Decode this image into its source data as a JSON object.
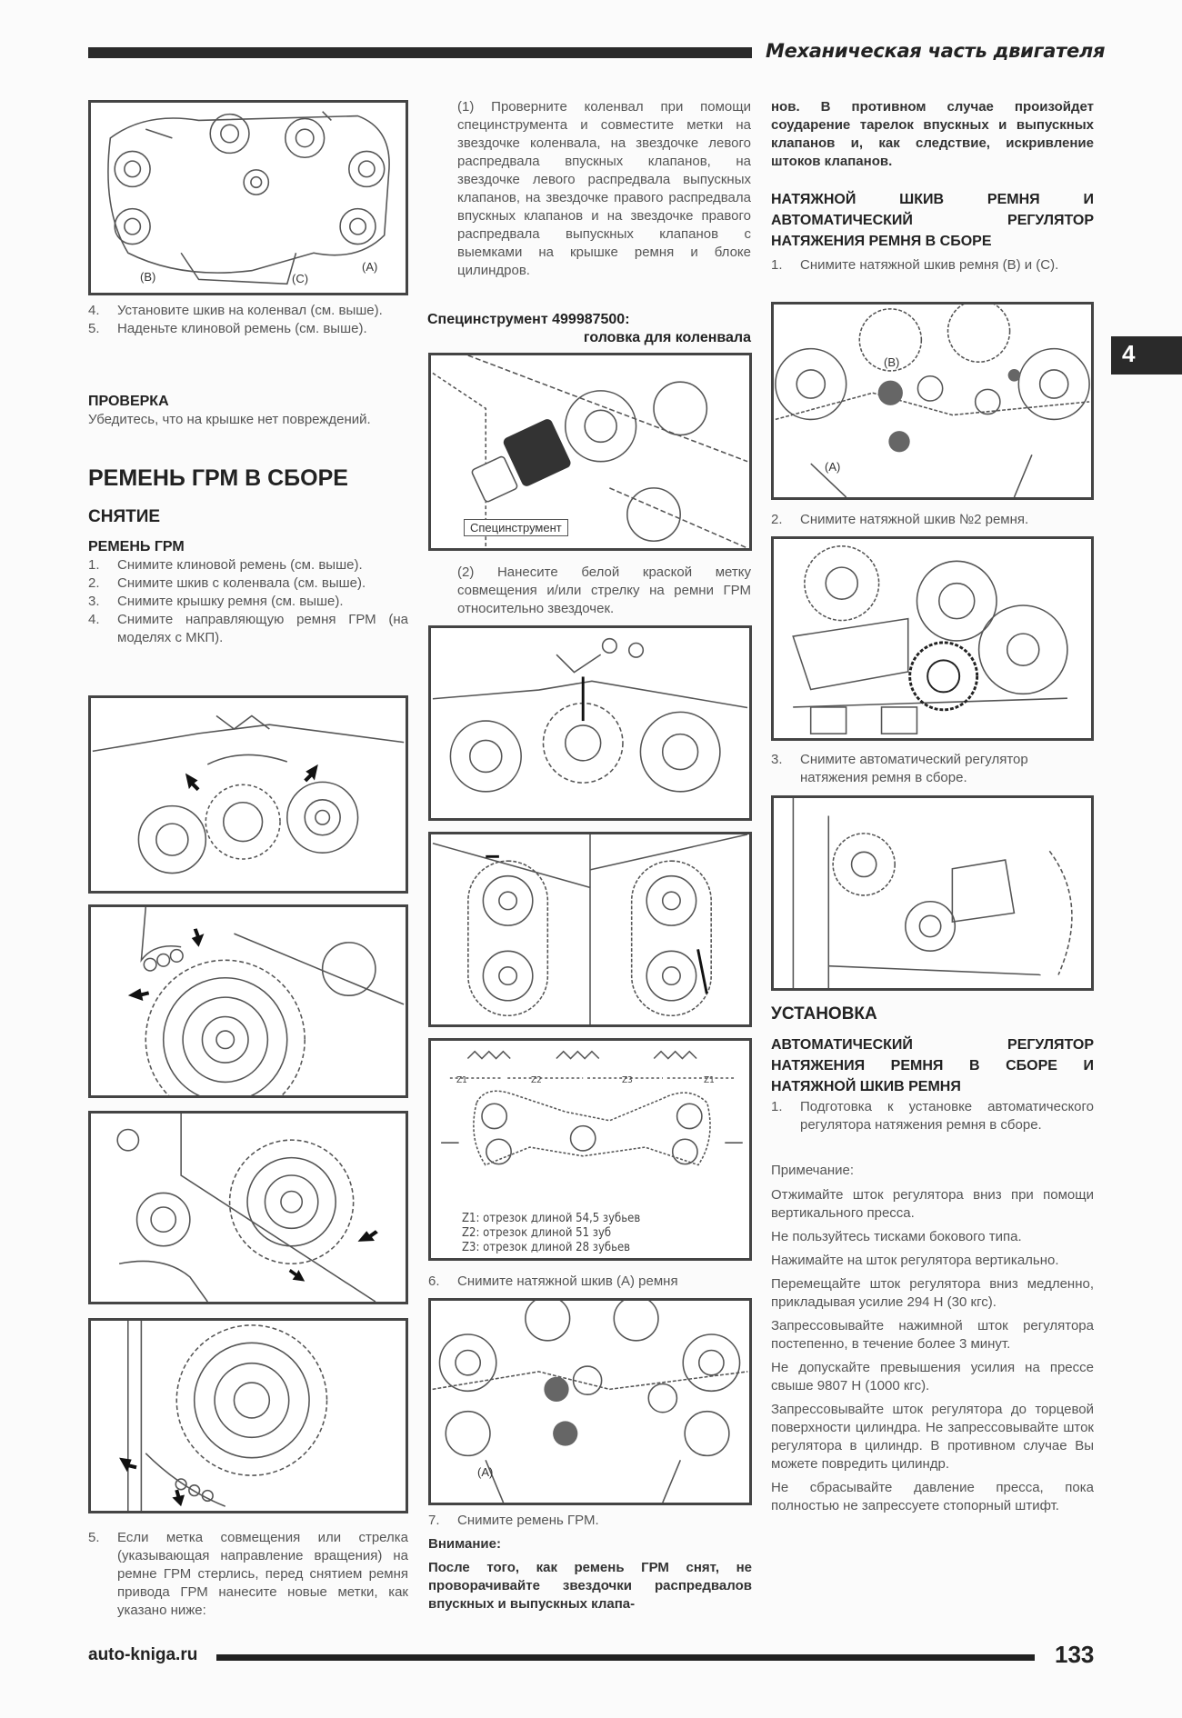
{
  "header": {
    "section_title": "Механическая часть двигателя"
  },
  "chapter_tab": "4",
  "left_column": {
    "fig1_labels": [
      "(B)",
      "(C)",
      "(A)"
    ],
    "steps_top": [
      {
        "n": "4.",
        "text": "Установите шкив на коленвал (см. выше)."
      },
      {
        "n": "5.",
        "text": "Наденьте клиновой ремень (см. выше)."
      }
    ],
    "check_heading": "ПРОВЕРКА",
    "check_text": "Убедитесь, что на крышке нет повреждений.",
    "section_heading": "РЕМЕНЬ ГРМ В СБОРЕ",
    "removal_heading": "СНЯТИЕ",
    "belt_heading": "РЕМЕНЬ ГРМ",
    "removal_steps": [
      {
        "n": "1.",
        "text": "Снимите клиновой ремень (см. выше)."
      },
      {
        "n": "2.",
        "text": "Снимите шкив с коленвала (см. выше)."
      },
      {
        "n": "3.",
        "text": "Снимите крышку ремня (см. выше)."
      },
      {
        "n": "4.",
        "text": "Снимите направляющую ремня ГРМ (на моделях с МКП)."
      }
    ],
    "step5": {
      "n": "5.",
      "text": "Если метка совмещения или стрелка (указывающая направление вращения) на ремне ГРМ стерлись, перед снятием ремня привода ГРМ нанесите новые метки, как указано ниже:"
    }
  },
  "middle_column": {
    "step1_text": "(1) Проверните коленвал при помощи специнструмента и совместите метки на звездочке коленвала, на звездочке левого распредвала впускных клапанов, на звездочке левого распредвала выпускных клапанов, на звездочке правого распредвала впускных клапанов и на звездочке правого распредвала выпускных клапанов с выемками на крышке ремня и блоке цилиндров.",
    "tool_line1": "Специнструмент 499987500:",
    "tool_line2": "головка для коленвала",
    "tool_fig_label": "Специнструмент",
    "step2_text": "(2) Нанесите белой краской метку совмещения и/или стрелку на ремни ГРМ относительно звездочек.",
    "z_labels": [
      "Z1",
      "Z2",
      "Z3",
      "Z1"
    ],
    "z_legend": [
      "Z1: отрезок длиной 54,5 зубьев",
      "Z2: отрезок длиной 51 зуб",
      "Z3: отрезок длиной 28 зубьев"
    ],
    "step6": {
      "n": "6.",
      "text": "Снимите натяжной шкив (А) ремня"
    },
    "fig_a_label": "(A)",
    "step7": {
      "n": "7.",
      "text": "Снимите ремень ГРМ."
    },
    "warning_label": "Внимание:",
    "warning_text": "После того, как ремень ГРМ снят, не проворачивайте звездочки распредвалов впускных и выпускных клапа-"
  },
  "right_column": {
    "warning_cont": "нов. В противном случае произойдет соударение тарелок впускных и выпускных клапанов и, как следствие, искривление штоков клапанов.",
    "tensioner_heading": "НАТЯЖНОЙ ШКИВ РЕМНЯ И АВТОМАТИЧЕСКИЙ РЕГУЛЯТОР НАТЯЖЕНИЯ РЕМНЯ В СБОРЕ",
    "steps": [
      {
        "n": "1.",
        "text": "Снимите натяжной шкив ремня (B) и (C)."
      },
      {
        "n": "2.",
        "text": "Снимите натяжной шкив №2 ремня."
      },
      {
        "n": "3.",
        "text": "Снимите автоматический регулятор натяжения ремня в сборе."
      }
    ],
    "fig_labels": [
      "(B)",
      "(A)"
    ],
    "install_heading": "УСТАНОВКА",
    "auto_heading": "АВТОМАТИЧЕСКИЙ РЕГУЛЯТОР НАТЯЖЕНИЯ РЕМНЯ В СБОРЕ И НАТЯЖНОЙ ШКИВ РЕМНЯ",
    "install_step1": {
      "n": "1.",
      "text": "Подготовка к установке автоматического регулятора натяжения ремня в сборе."
    },
    "note_label": "Примечание:",
    "notes": [
      "Отжимайте шток регулятора вниз при помощи вертикального пресса.",
      "Не пользуйтесь тисками бокового типа.",
      "Нажимайте на шток регулятора вертикально.",
      "Перемещайте шток регулятора вниз медленно, прикладывая усилие 294 Н (30 кгс).",
      "Запрессовывайте нажимной шток регулятора постепенно, в течение более 3 минут.",
      "Не допускайте превышения усилия на прессе свыше 9807 Н (1000 кгс).",
      "Запрессовывайте шток регулятора до торцевой поверхности цилиндра. Не запрессовывайте шток регулятора в цилиндр. В противном случае Вы можете повредить цилиндр.",
      "Не сбрасывайте давление пресса, пока полностью не запрессуете стопорный штифт."
    ]
  },
  "footer": {
    "site": "auto-kniga.ru",
    "page_number": "133"
  }
}
